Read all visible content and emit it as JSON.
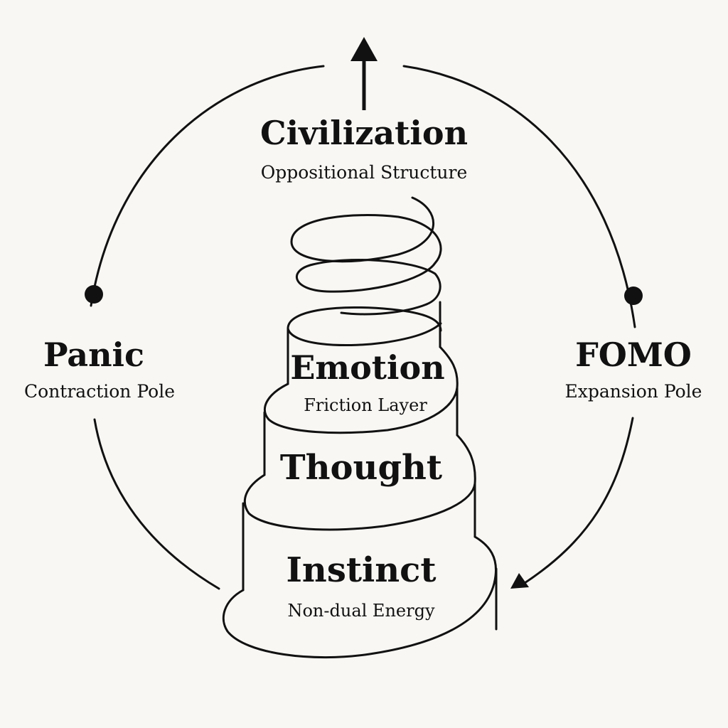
{
  "colors": {
    "background": "#f8f7f4",
    "ink": "#111111"
  },
  "top_node": {
    "title": "Civilization",
    "subtitle": "Oppositional Structure",
    "icon": "up-arrow-icon"
  },
  "left_pole": {
    "title": "Panic",
    "subtitle": "Contraction Pole"
  },
  "right_pole": {
    "title": "FOMO",
    "subtitle": "Expansion Pole"
  },
  "layers": [
    {
      "title": "Emotion",
      "subtitle": "Friction Layer"
    },
    {
      "title": "Thought",
      "subtitle": ""
    },
    {
      "title": "Instinct",
      "subtitle": "Non-dual Energy"
    }
  ]
}
